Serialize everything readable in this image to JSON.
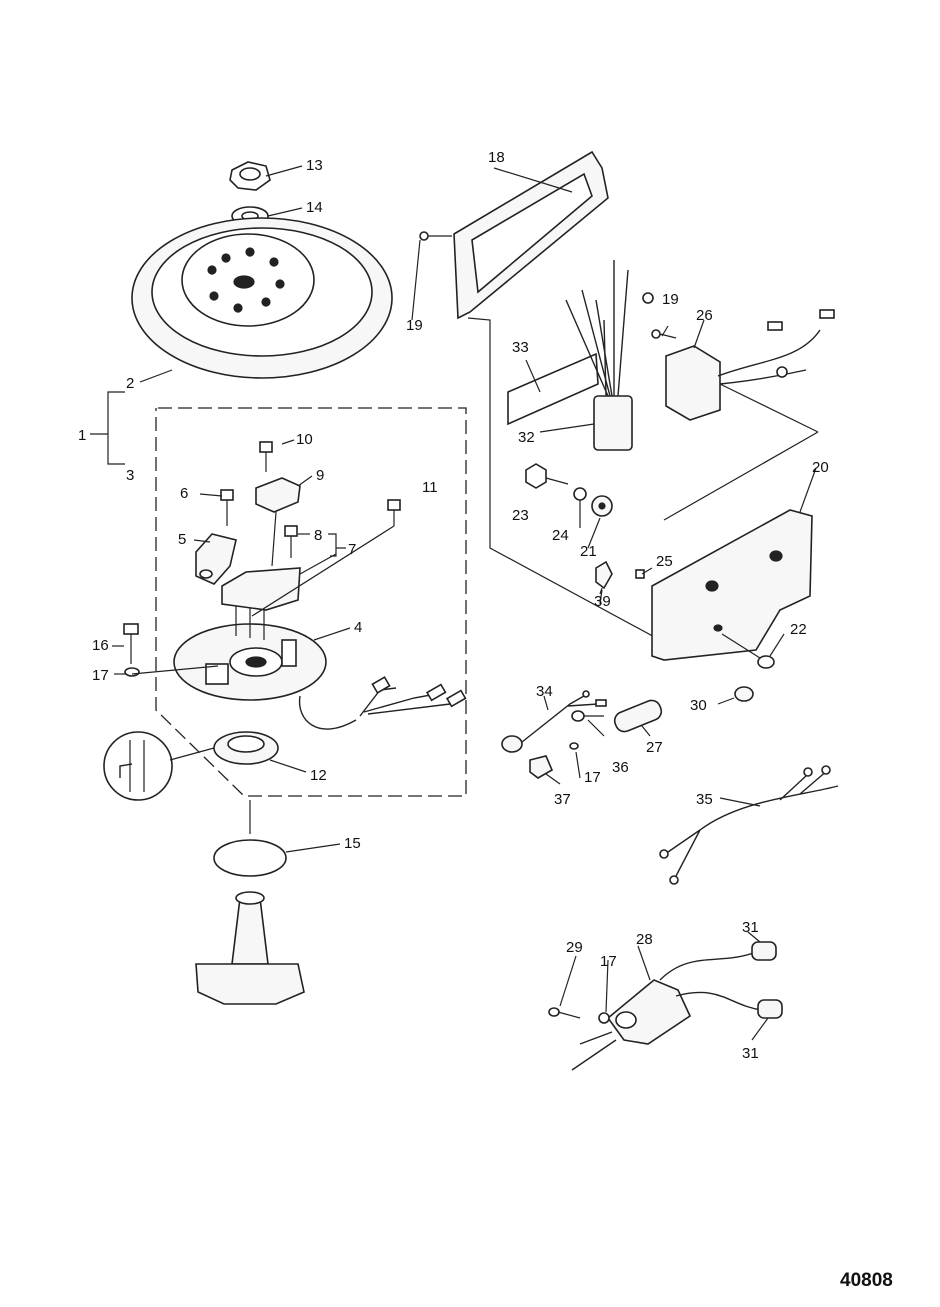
{
  "figure_number": "40808",
  "callouts": {
    "c1": "1",
    "c2": "2",
    "c3": "3",
    "c4": "4",
    "c5": "5",
    "c6": "6",
    "c7": "7",
    "c8": "8",
    "c9": "9",
    "c10": "10",
    "c11": "11",
    "c12": "12",
    "c13": "13",
    "c14": "14",
    "c15": "15",
    "c16": "16",
    "c17a": "17",
    "c17b": "17",
    "c17c": "17",
    "c18": "18",
    "c19a": "19",
    "c19b": "19",
    "c20": "20",
    "c21": "21",
    "c22": "22",
    "c23": "23",
    "c24": "24",
    "c25": "25",
    "c26": "26",
    "c27": "27",
    "c28": "28",
    "c29": "29",
    "c30": "30",
    "c31a": "31",
    "c31b": "31",
    "c32": "32",
    "c33": "33",
    "c34": "34",
    "c35": "35",
    "c36": "36",
    "c37": "37",
    "c39": "39"
  }
}
